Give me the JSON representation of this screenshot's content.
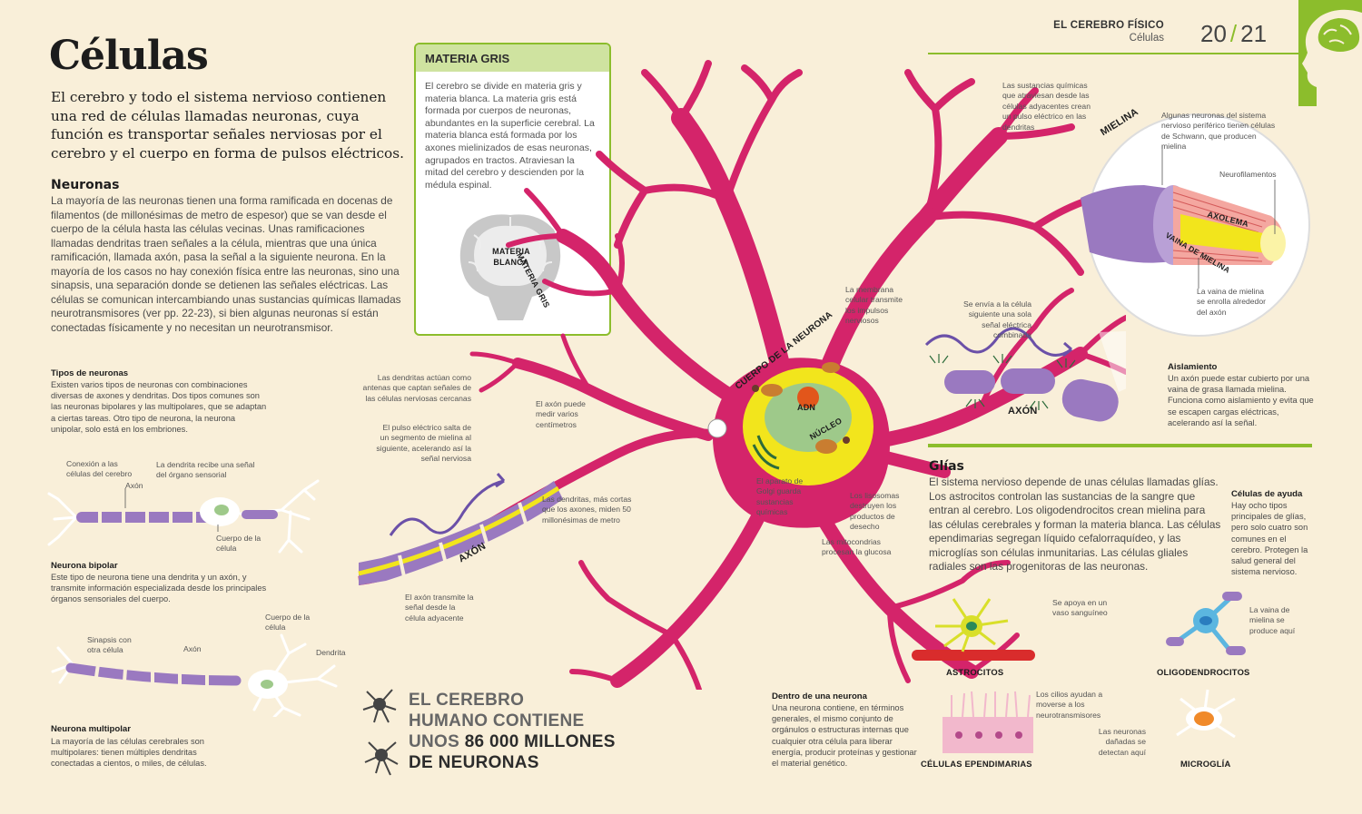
{
  "header": {
    "section": "EL CEREBRO FÍSICO",
    "subsection": "Células",
    "page_left": "20",
    "page_sep": "/",
    "page_right": "21"
  },
  "title": "Células",
  "intro": "El cerebro y todo el sistema nervioso contienen una red de células llamadas neuronas, cuya función es transportar señales nerviosas por el cerebro y el cuerpo en forma de pulsos eléctricos.",
  "neuronas": {
    "heading": "Neuronas",
    "text": "La mayoría de las neuronas tienen una forma ramificada en docenas de filamentos (de millonésimas de metro de espesor) que se van desde el cuerpo de la célula hasta las células vecinas. Unas ramificaciones llamadas dendritas traen señales a la célula, mientras que una única ramificación, llamada axón, pasa la señal a la siguiente neurona. En la mayoría de los casos no hay conexión física entre las neuronas, sino una sinapsis, una separación donde se detienen las señales eléctricas. Las células se comunican intercambiando unas sustancias químicas llamadas neurotransmisores (ver pp. 22-23), si bien algunas neuronas sí están conectadas físicamente y no necesitan un neurotransmisor."
  },
  "tipos": {
    "heading": "Tipos de neuronas",
    "text": "Existen varios tipos de neuronas con combinaciones diversas de axones y dendritas. Dos tipos comunes son las neuronas bipolares y las multipolares, que se adaptan a ciertas tareas. Otro tipo de neurona, la neurona unipolar, solo está en los embriones."
  },
  "bipolar": {
    "labels": {
      "conexion": "Conexión a las células del cerebro",
      "axon": "Axón",
      "dendrita": "La dendrita recibe una señal del órgano sensorial",
      "cuerpo": "Cuerpo de la célula"
    },
    "heading": "Neurona bipolar",
    "text": "Este tipo de neurona tiene una dendrita y un axón, y transmite información especializada desde los principales órganos sensoriales del cuerpo."
  },
  "multipolar": {
    "labels": {
      "sinapsis": "Sinapsis con otra célula",
      "axon": "Axón",
      "cuerpo": "Cuerpo de la célula",
      "dendrita": "Dendrita"
    },
    "heading": "Neurona multipolar",
    "text": "La mayoría de las células cerebrales son multipolares: tienen múltiples dendritas conectadas a cientos, o miles, de células."
  },
  "materia_gris": {
    "heading": "MATERIA GRIS",
    "text": "El cerebro se divide en materia gris y materia blanca. La materia gris está formada por cuerpos de neuronas, abundantes en la superficie cerebral. La materia blanca está formada por los axones mielinizados de esas neuronas, agrupados en tractos. Atraviesan la mitad del cerebro y descienden por la médula espinal.",
    "label_blanca": "MATERIA BLANCA",
    "label_gris": "MATERIA GRIS"
  },
  "neuron": {
    "cuerpo": "CUERPO DE LA NEURONA",
    "adn": "ADN",
    "nucleo": "NÚCLEO",
    "axon_left": "AXÓN",
    "axon_right": "AXÓN",
    "membrana": "La membrana celular transmite los impulsos nerviosos",
    "dendritas_antenas": "Las dendritas actúan como antenas que captan señales de las células nerviosas cercanas",
    "pulso": "El pulso eléctrico salta de un segmento de mielina al siguiente, acelerando así la señal nerviosa",
    "axon_medir": "El axón puede medir varios centímetros",
    "dendritas_cortas": "Las dendritas, más cortas que los axones, miden 50 millonésimas de metro",
    "axon_transmite": "El axón transmite la señal desde la célula adyacente",
    "golgi": "El aparato de Golgi guarda sustancias químicas",
    "lisosomas": "Los lisosomas destruyen los productos de desecho",
    "mitocondrias": "Las mitocondrias procesan la glucosa",
    "quimicas": "Las sustancias químicas que atraviesan desde las células adyacentes crean un pulso eléctrico en las dendritas",
    "senal": "Se envía a la célula siguiente una sola señal eléctrica combinada"
  },
  "mielina": {
    "title": "MIELINA",
    "schwann": "Algunas neuronas del sistema nervioso periférico tienen células de Schwann, que producen mielina",
    "neurofilamentos": "Neurofilamentos",
    "axolema": "AXOLEMA",
    "vaina": "VAINA DE MIELINA",
    "enrolla": "La vaina de mielina se enrolla alrededor del axón"
  },
  "aislamiento": {
    "heading": "Aislamiento",
    "text": "Un axón puede estar cubierto por una vaina de grasa llamada mielina. Funciona como aislamiento y evita que se escapen cargas eléctricas, acelerando así la señal."
  },
  "glias": {
    "heading": "Glías",
    "text": "El sistema nervioso depende de unas células llamadas glías. Los astrocitos controlan las sustancias de la sangre que entran al cerebro. Los oligodendrocitos crean mielina para las células cerebrales y forman la materia blanca. Las células ependimarias segregan líquido cefalorraquídeo, y las microglías son células inmunitarias. Las células gliales radiales son las progenitoras de las neuronas."
  },
  "ayuda": {
    "heading": "Células de ayuda",
    "text": "Hay ocho tipos principales de glías, pero solo cuatro son comunes en el cerebro. Protegen la salud general del sistema nervioso."
  },
  "glia_types": {
    "astrocitos": "ASTROCITOS",
    "astro_label": "Se apoya en un vaso sanguíneo",
    "oligo": "OLIGODENDROCITOS",
    "oligo_label": "La vaina de mielina se produce aquí",
    "ependimarias": "CÉLULAS EPENDIMARIAS",
    "epend_label": "Los cilios ayudan a moverse a los neurotransmisores",
    "microglia": "MICROGLÍA",
    "micro_label": "Las neuronas dañadas se detectan aquí"
  },
  "dentro": {
    "heading": "Dentro de una neurona",
    "text": "Una neurona contiene, en términos generales, el mismo conjunto de orgánulos o estructuras internas que cualquier otra célula para liberar energía, producir proteínas y gestionar el material genético."
  },
  "fact": {
    "line1": "EL CEREBRO",
    "line2": "HUMANO CONTIENE",
    "line3_a": "UNOS ",
    "line3_b": "86 000 MILLONES",
    "line4": "DE NEURONAS"
  },
  "colors": {
    "background": "#f9efd9",
    "accent_green": "#8cbd2c",
    "neuron_pink": "#d4246a",
    "nucleus_yellow": "#f2e51c",
    "myelin_purple": "#9a79c0"
  }
}
